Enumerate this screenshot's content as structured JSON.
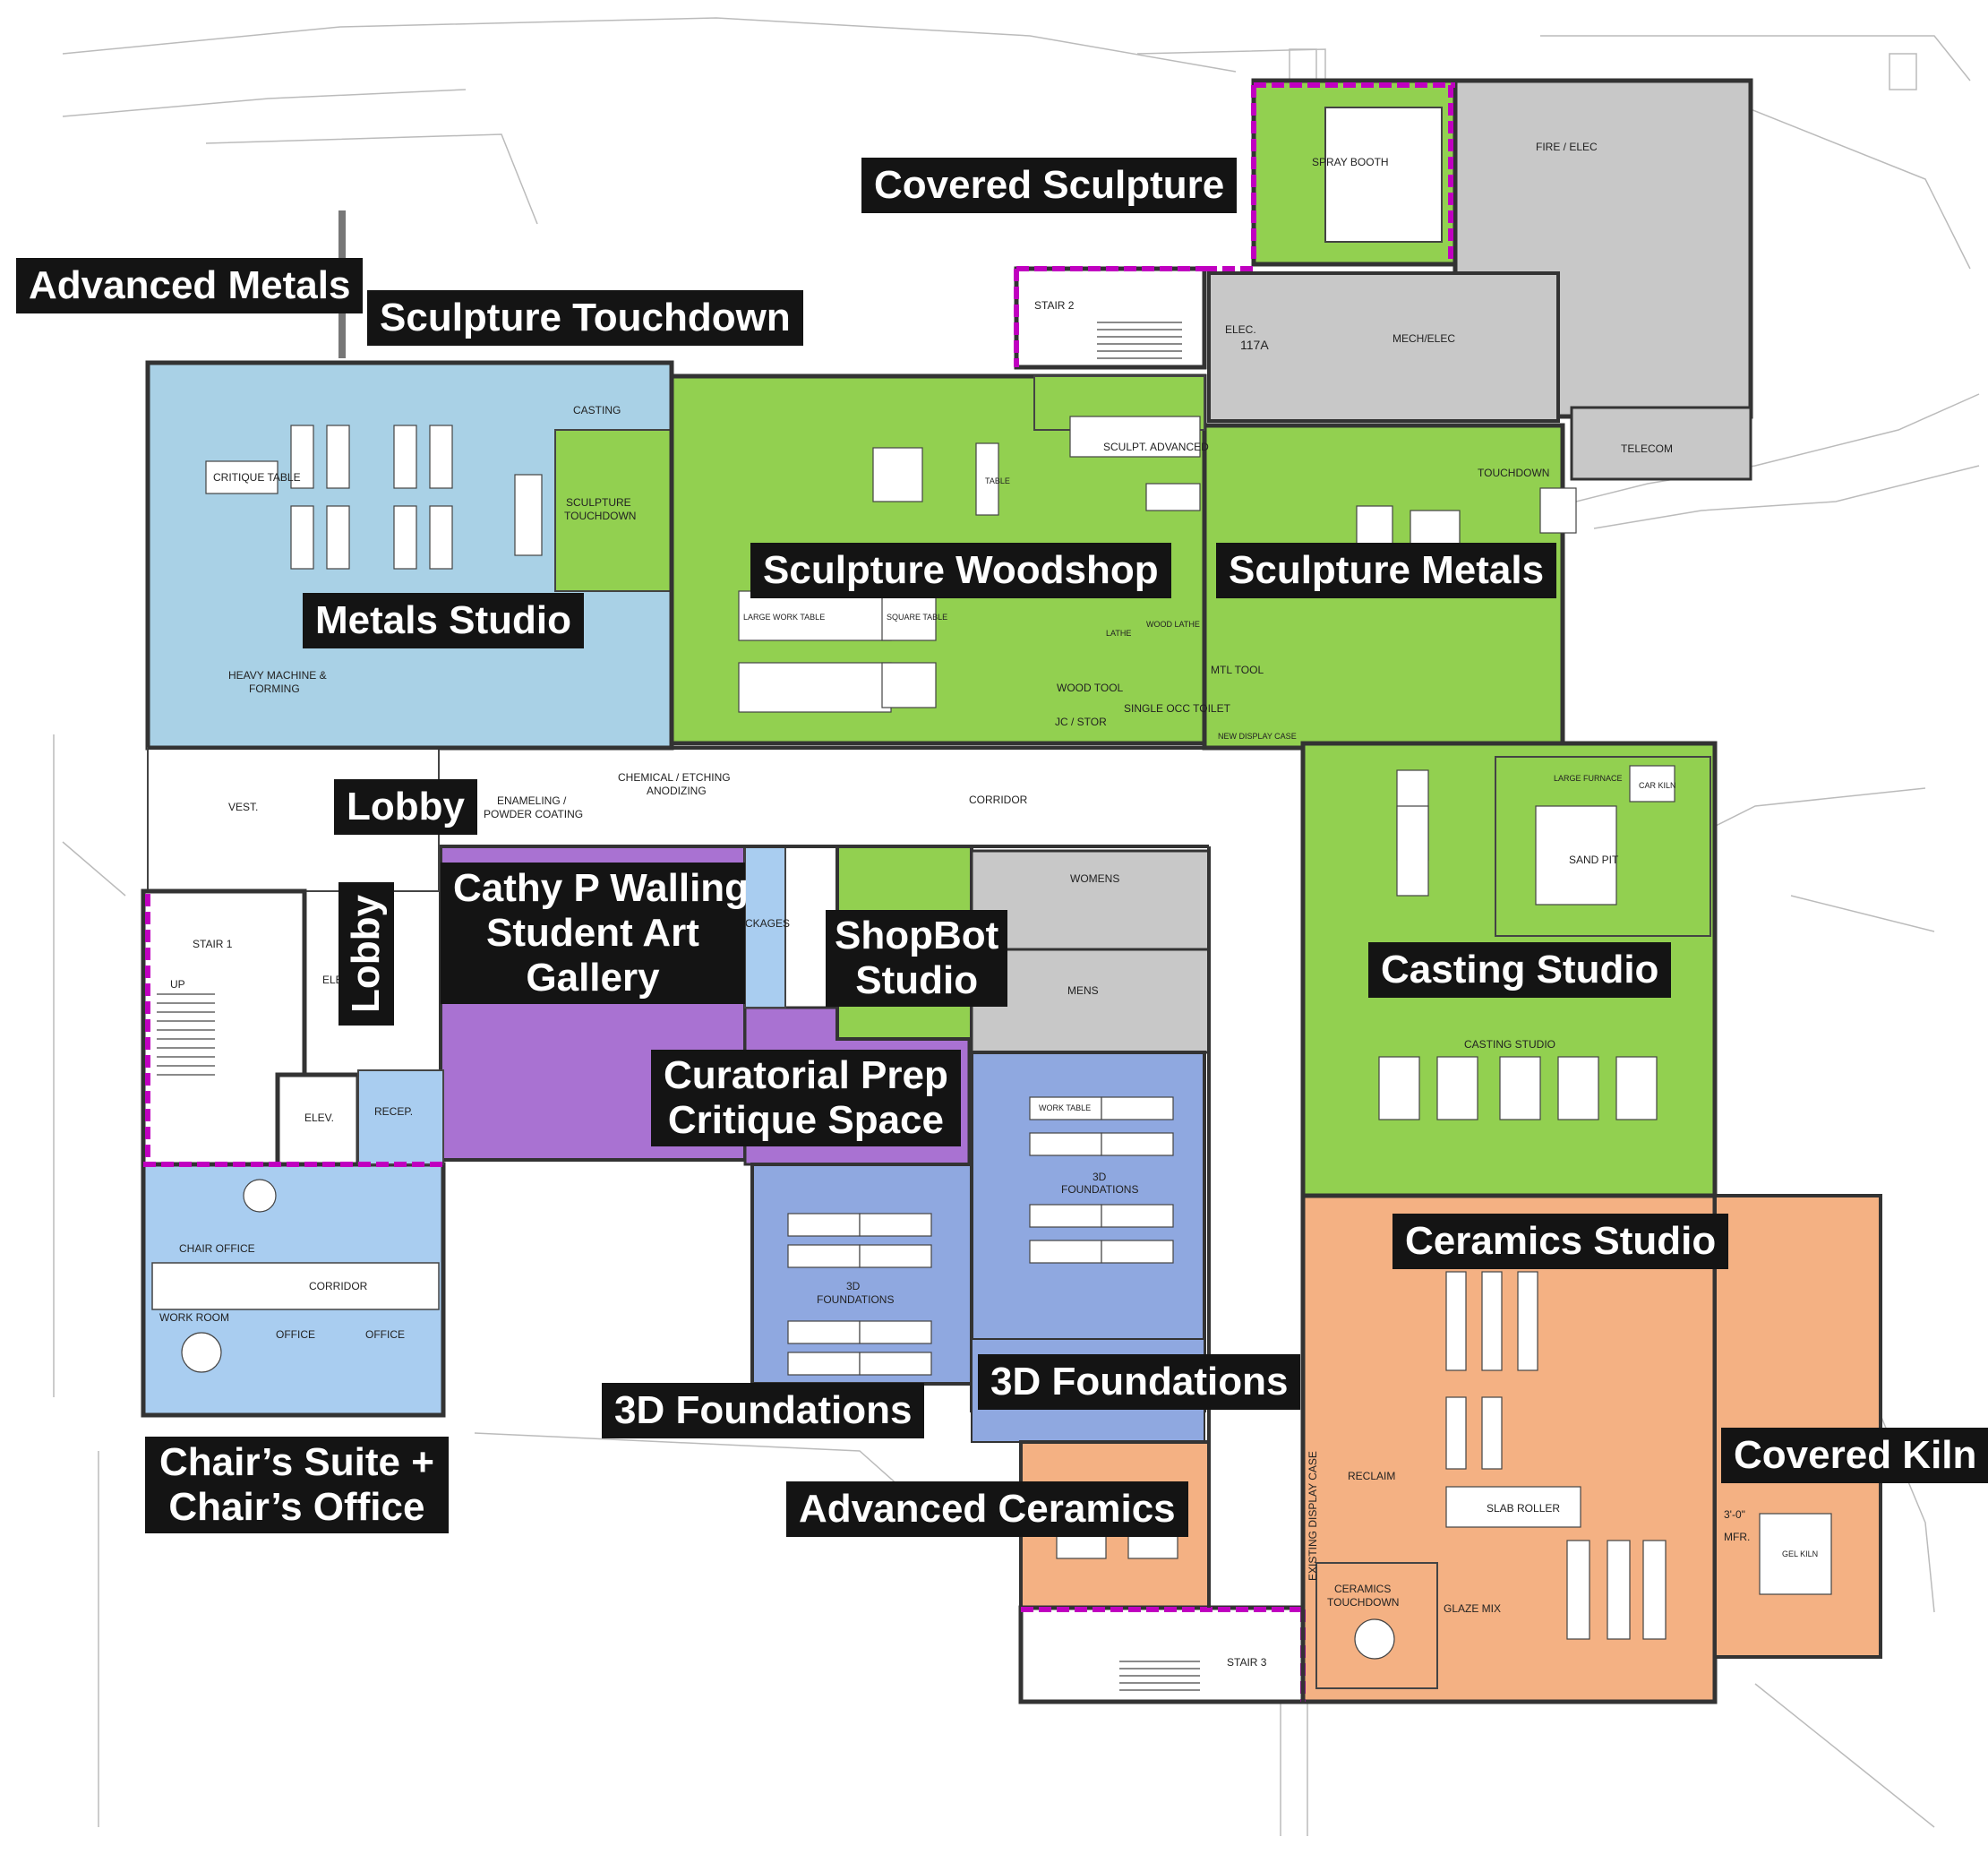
{
  "callouts": {
    "advanced_metals": "Advanced Metals",
    "sculpture_touchdown": "Sculpture Touchdown",
    "covered_sculpture": "Covered Sculpture",
    "metals_studio": "Metals Studio",
    "sculpture_woodshop": "Sculpture Woodshop",
    "sculpture_metals": "Sculpture Metals",
    "lobby_h": "Lobby",
    "lobby_v": "Lobby",
    "gallery": [
      "Cathy P Walling",
      "Student Art",
      "Gallery"
    ],
    "shopbot": [
      "ShopBot",
      "Studio"
    ],
    "curatorial": [
      "Curatorial Prep",
      "Critique Space"
    ],
    "casting_studio": "Casting Studio",
    "ceramics_studio": "Ceramics Studio",
    "foundations_left": "3D Foundations",
    "foundations_right": "3D Foundations",
    "chairs_suite": [
      "Chair’s Suite +",
      "Chair’s Office"
    ],
    "advanced_ceramics": "Advanced Ceramics",
    "covered_kiln": "Covered Kiln"
  },
  "room_labels": {
    "spray_booth": "SPRAY BOOTH",
    "fire_elec": "FIRE / ELEC",
    "stair2": "STAIR 2",
    "elec": "ELEC.",
    "elec_num": "117A",
    "mech_elec": "MECH/ELEC",
    "telecom": "TELECOM",
    "touchdown": "TOUCHDOWN",
    "sculpt_advanced": "SCULPT. ADVANCED",
    "casting": "CASTING",
    "sculpture_touchdown_1": "SCULPTURE",
    "sculpture_touchdown_2": "TOUCHDOWN",
    "critique_table": "CRITIQUE TABLE",
    "heavy_machine_1": "HEAVY MACHINE &",
    "heavy_machine_2": "FORMING",
    "wood_tool": "WOOD TOOL",
    "mtl_tool": "MTL TOOL",
    "jc_stor": "JC / STOR",
    "single_occ": "SINGLE OCC TOILET",
    "vest": "VEST.",
    "corridor": "CORRIDOR",
    "enameling_1": "ENAMELING /",
    "enameling_2": "POWDER COATING",
    "chemical_1": "CHEMICAL / ETCHING",
    "chemical_2": "ANODIZING",
    "stair1": "STAIR 1",
    "elev": "ELEV.",
    "elev_short": "ELE",
    "recep": "RECEP.",
    "chair_office": "CHAIR OFFICE",
    "corridor2": "CORRIDOR",
    "work_room": "WORK ROOM",
    "office1": "OFFICE",
    "office2": "OFFICE",
    "womens": "WOMENS",
    "mens": "MENS",
    "packages": "CKAGES",
    "casting_studio_lbl": "CASTING STUDIO",
    "foundations_lbl_1": "3D",
    "foundations_lbl_2": "FOUNDATIONS",
    "foundations_lbl_3": "3D",
    "foundations_lbl_4": "FOUNDATIONS",
    "reclaim": "RECLAIM",
    "slab_roller": "SLAB ROLLER",
    "glaze_mix": "GLAZE MIX",
    "ceramics_touchdown_1": "CERAMICS",
    "ceramics_touchdown_2": "TOUCHDOWN",
    "stair3": "STAIR 3",
    "existing_display": "EXISTING DISPLAY CASE",
    "large_work_table": "LARGE WORK TABLE",
    "square_table": "SQUARE TABLE",
    "work_table": "WORK TABLE",
    "sand_pit": "SAND PIT",
    "car_kiln": "CAR KILN",
    "large_furnace": "LARGE FURNACE",
    "gel_kiln": "GEL KILN",
    "mfr": "MFR.",
    "dim": "3'-0\"",
    "up": "UP",
    "new_display_case": "NEW DISPLAY CASE",
    "lathe": "LATHE",
    "wood_lathe": "WOOD LATHE",
    "table": "TABLE"
  },
  "colors": {
    "metals_blue": "#A9D1E6",
    "sculpture_green": "#92D050",
    "gallery_purple": "#A972D2",
    "foundations_blue": "#8FA8E0",
    "ceramics_orange": "#F4B183",
    "service_gray": "#C8C8C8",
    "suite_blue": "#A9CDF0",
    "accent_magenta": "#C000C0",
    "label_black": "#141414"
  }
}
